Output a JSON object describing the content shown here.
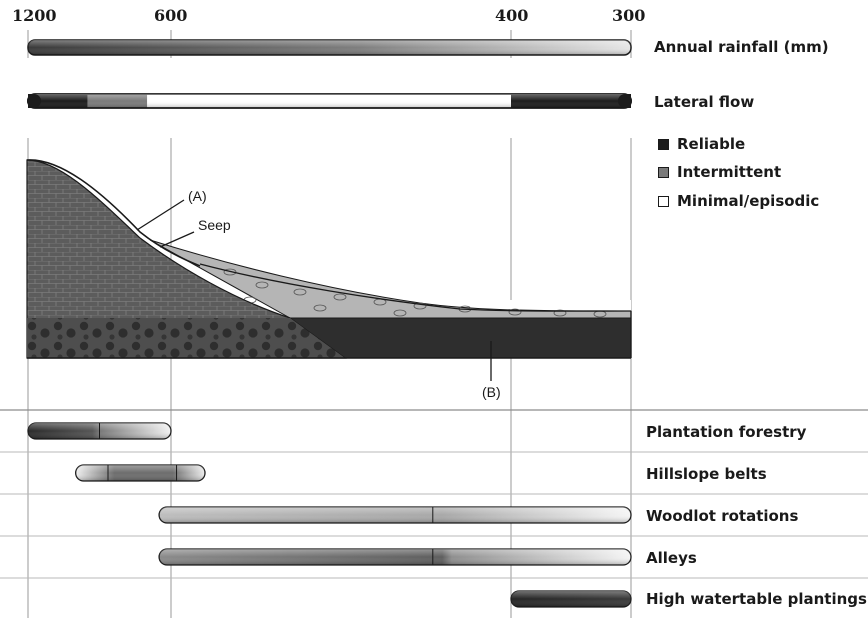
{
  "axis": {
    "title": "Annual rainfall (mm)",
    "ticks": [
      "1200",
      "600",
      "400",
      "300"
    ]
  },
  "lateral_flow": {
    "title": "Lateral flow",
    "segments": [
      {
        "category": "reliable",
        "from_mm": 1200,
        "to_mm": 950
      },
      {
        "category": "intermittent",
        "from_mm": 950,
        "to_mm": 700
      },
      {
        "category": "minimal",
        "from_mm": 700,
        "to_mm": 400
      },
      {
        "category": "reliable",
        "from_mm": 400,
        "to_mm": 300
      }
    ]
  },
  "legend": {
    "items": [
      {
        "label": "Reliable",
        "color": "#1c1c1c"
      },
      {
        "label": "Intermittent",
        "color": "#7a7a7a"
      },
      {
        "label": "Minimal/episodic",
        "color": "#ffffff"
      }
    ]
  },
  "cross_section": {
    "labels": {
      "a": "(A)",
      "seep": "Seep",
      "b": "(B)"
    }
  },
  "practices": [
    {
      "label": "Plantation forestry",
      "from_mm": 1200,
      "to_mm": 600,
      "style": "dark-to-light"
    },
    {
      "label": "Hillslope belts",
      "from_mm": 1000,
      "to_mm": 580,
      "style": "mid-band"
    },
    {
      "label": "Woodlot rotations",
      "from_mm": 650,
      "to_mm": 300,
      "style": "light"
    },
    {
      "label": "Alleys",
      "from_mm": 650,
      "to_mm": 300,
      "style": "mid"
    },
    {
      "label": "High watertable plantings",
      "from_mm": 400,
      "to_mm": 300,
      "style": "dark"
    }
  ],
  "colors": {
    "dark": "#1c1c1c",
    "mid": "#7a7a7a",
    "light": "#c9c9c9",
    "soil": "#5e5e5e",
    "sediment": "#b5b5b5",
    "water": "#2e2e2e"
  }
}
